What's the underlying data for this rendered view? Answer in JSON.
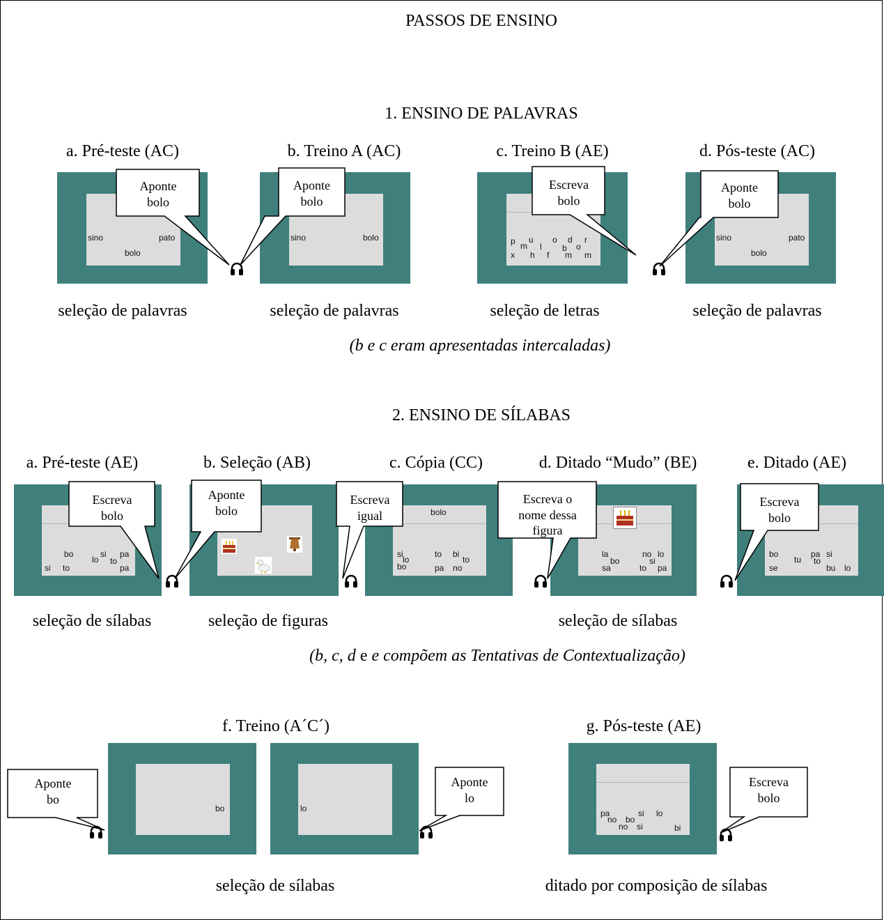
{
  "title": "PASSOS DE ENSINO",
  "section1": {
    "heading": "1. ENSINO DE PALAVRAS",
    "steps": [
      {
        "label": "a. Pré-teste (AC)",
        "caption": "seleção de palavras",
        "bubble": "Aponte\nbolo",
        "words": [
          "sino",
          "bolo",
          "pato"
        ]
      },
      {
        "label": "b. Treino A (AC)",
        "caption": "seleção de palavras",
        "bubble": "Aponte\nbolo",
        "words": [
          "sino",
          "bolo"
        ]
      },
      {
        "label": "c. Treino B (AE)",
        "caption": "seleção de letras",
        "bubble": "Escreva\nbolo",
        "letters": [
          "p",
          "u",
          "o",
          "d",
          "r",
          "m",
          "l",
          "b",
          "o",
          "x",
          "h",
          "f",
          "m",
          "m"
        ]
      },
      {
        "label": "d. Pós-teste (AC)",
        "caption": "seleção de palavras",
        "bubble": "Aponte\nbolo",
        "words": [
          "sino",
          "pato",
          "bolo"
        ]
      }
    ],
    "note": "(b e c eram apresentadas intercaladas)"
  },
  "section2": {
    "heading": "2. ENSINO DE SÍLABAS",
    "steps": [
      {
        "label": "a. Pré-teste (AE)",
        "bubble": "Escreva\nbolo",
        "syllables": [
          "bo",
          "si",
          "pa",
          "lo",
          "to",
          "si",
          "to",
          "pa"
        ]
      },
      {
        "label": "b. Seleção (AB)",
        "bubble": "Aponte\nbolo",
        "pictures": [
          "cake-picture",
          "bell-picture",
          "duck-picture"
        ]
      },
      {
        "label": "c. Cópia (CC)",
        "bubble": "Escreva\nigual",
        "model": "bolo",
        "syllables": [
          "si",
          "to",
          "bi",
          "lo",
          "to",
          "bo",
          "pa",
          "no"
        ]
      },
      {
        "label": "d. Ditado “Mudo” (BE)",
        "bubble": "Escreva o\nnome dessa\nfigura",
        "syllables": [
          "la",
          "no",
          "lo",
          "bo",
          "si",
          "sa",
          "to",
          "pa"
        ]
      },
      {
        "label": "e. Ditado (AE)",
        "bubble": "Escreva\nbolo",
        "syllables": [
          "bo",
          "pa",
          "si",
          "tu",
          "to",
          "se",
          "bu",
          "lo"
        ]
      }
    ],
    "captions": [
      "seleção de sílabas",
      "seleção de figuras",
      "seleção de sílabas"
    ],
    "note_parts": [
      "(b, c, d",
      "e",
      "e compõem as Tentativas de Contextualização)"
    ],
    "training": {
      "label": "f. Treino (A´C´)",
      "caption": "seleção de sílabas",
      "bubble_left": "Aponte\nbo",
      "bubble_right": "Aponte\nlo",
      "word_left": "bo",
      "word_right": "lo"
    },
    "posttest": {
      "label": "g. Pós-teste (AE)",
      "caption": "ditado por composição de sílabas",
      "bubble": "Escreva\nbolo",
      "syllables": [
        "pa",
        "si",
        "lo",
        "no",
        "bo",
        "no",
        "si",
        "bi"
      ]
    }
  },
  "colors": {
    "screen": "#3f7f7c",
    "panel": "#dcdcdc"
  }
}
